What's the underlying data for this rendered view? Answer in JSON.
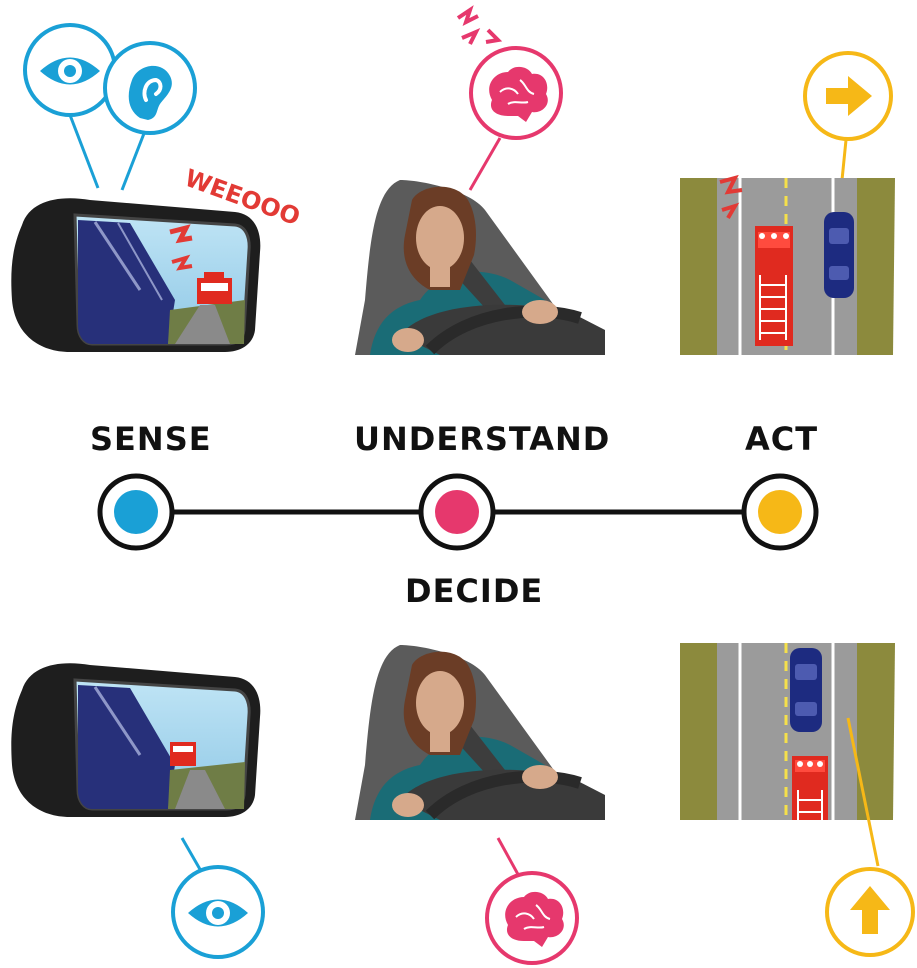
{
  "labels": {
    "sense": "SENSE",
    "understand": "UNDERSTAND",
    "act": "ACT",
    "decide": "DECIDE",
    "siren": "WEEOOO"
  },
  "colors": {
    "sense": "#1aa0d6",
    "understand": "#e6386d",
    "act": "#f6b817",
    "siren": "#e23a35",
    "road": "#9b9b9b",
    "shoulder": "#8c8a3d",
    "fire_truck": "#e02a1f",
    "car": "#1d2b80"
  },
  "icons": {
    "top_sense": [
      "eye-icon",
      "ear-icon"
    ],
    "top_understand": "brain-icon",
    "top_act": "arrow-right-icon",
    "bottom_sense": "eye-icon",
    "bottom_understand": "brain-icon",
    "bottom_act": "arrow-up-icon"
  }
}
